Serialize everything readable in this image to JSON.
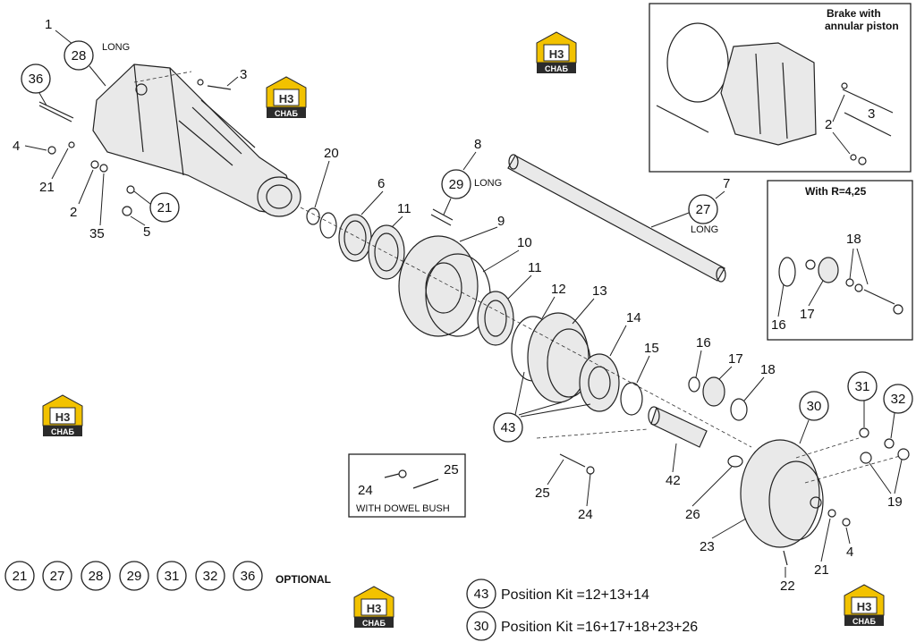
{
  "callouts": {
    "c1": "1",
    "c28": "28",
    "c28_note": "LONG",
    "c36": "36",
    "c3": "3",
    "c4": "4",
    "c21a": "21",
    "c2a": "2",
    "c35": "35",
    "c5": "5",
    "c21b": "21",
    "c20": "20",
    "c6": "6",
    "c11a": "11",
    "c8": "8",
    "c29": "29",
    "c29_note": "LONG",
    "c9": "9",
    "c10": "10",
    "c11b": "11",
    "c12": "12",
    "c13": "13",
    "c14": "14",
    "c15": "15",
    "c43": "43",
    "c7": "7",
    "c27": "27",
    "c27_note": "LONG",
    "c16": "16",
    "c17": "17",
    "c18": "18",
    "c30": "30",
    "c31": "31",
    "c32": "32",
    "c19": "19",
    "c42": "42",
    "c26": "26",
    "c23": "23",
    "c21c": "21",
    "c4b": "4",
    "c22": "22",
    "c25": "25",
    "c24": "24"
  },
  "brake_box": {
    "title_line1": "Brake with",
    "title_line2": "annular piston",
    "c2": "2",
    "c3": "3"
  },
  "ratio_box": {
    "title": "With R=4,25",
    "c16": "16",
    "c17": "17",
    "c18": "18"
  },
  "dowel_box": {
    "caption": "WITH DOWEL BUSH",
    "c24": "24",
    "c25": "25"
  },
  "optional": {
    "items": [
      "21",
      "27",
      "28",
      "29",
      "31",
      "32",
      "36"
    ],
    "label": "OPTIONAL"
  },
  "kits": [
    {
      "num": "43",
      "text": "Position Kit =12+13+14"
    },
    {
      "num": "30",
      "text": "Position Kit =16+17+18+23+26"
    }
  ],
  "watermark": {
    "text_top": "H3",
    "text_bottom": "CHAБ",
    "color_yellow": "#f2c200",
    "color_dark": "#2b2b2b"
  }
}
